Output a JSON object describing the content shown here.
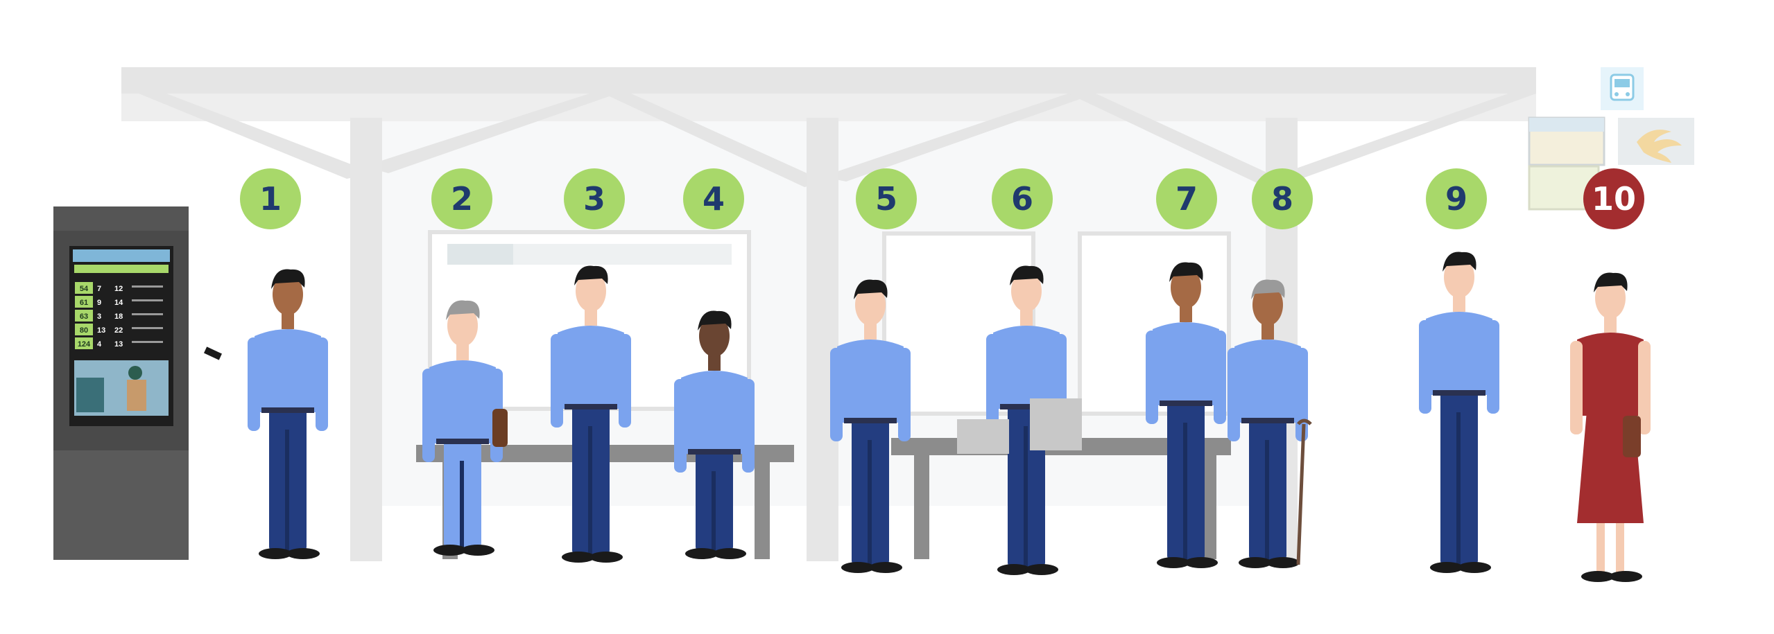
{
  "markers": [
    {
      "label": "1",
      "color": "#a8d86a"
    },
    {
      "label": "2",
      "color": "#a8d86a"
    },
    {
      "label": "3",
      "color": "#a8d86a"
    },
    {
      "label": "4",
      "color": "#a8d86a"
    },
    {
      "label": "5",
      "color": "#a8d86a"
    },
    {
      "label": "6",
      "color": "#a8d86a"
    },
    {
      "label": "7",
      "color": "#a8d86a"
    },
    {
      "label": "8",
      "color": "#a8d86a"
    },
    {
      "label": "9",
      "color": "#a8d86a"
    },
    {
      "label": "10",
      "color": "#a32d2f"
    }
  ],
  "kiosk": {
    "service_numbers": [
      "54",
      "61",
      "63",
      "80",
      "124"
    ],
    "minutes_first": [
      "7",
      "9",
      "3",
      "13",
      "4"
    ],
    "minutes_second": [
      "12",
      "14",
      "18",
      "22",
      "13"
    ]
  },
  "colors": {
    "marker_text": "#1f3a6e",
    "marker_text_alert": "#ffffff",
    "shelter": "#e4e4e4",
    "shirt": "#7ba3ee",
    "trousers": "#233d80",
    "skin": "#f5cbb2",
    "hair": "#1a1a1a",
    "dress": "#a32d2f",
    "bench": "#8c8c8c",
    "kiosk_body": "#4a4a4a"
  },
  "icons": [
    "bus-icon",
    "sg-lion-logo",
    "route-map-panel"
  ]
}
